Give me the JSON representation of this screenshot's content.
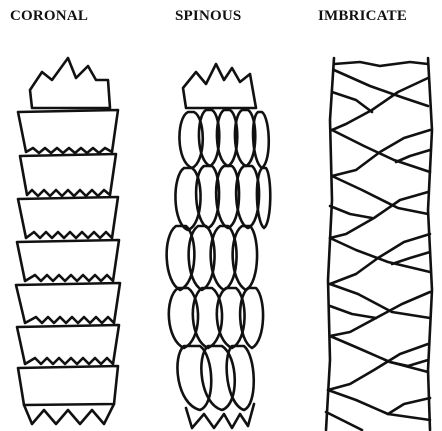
{
  "labels": {
    "coronal": "CORONAL",
    "spinous": "SPINOUS",
    "imbricate": "IMBRICATE"
  },
  "colors": {
    "ink": "#111111",
    "background": "#ffffff"
  }
}
